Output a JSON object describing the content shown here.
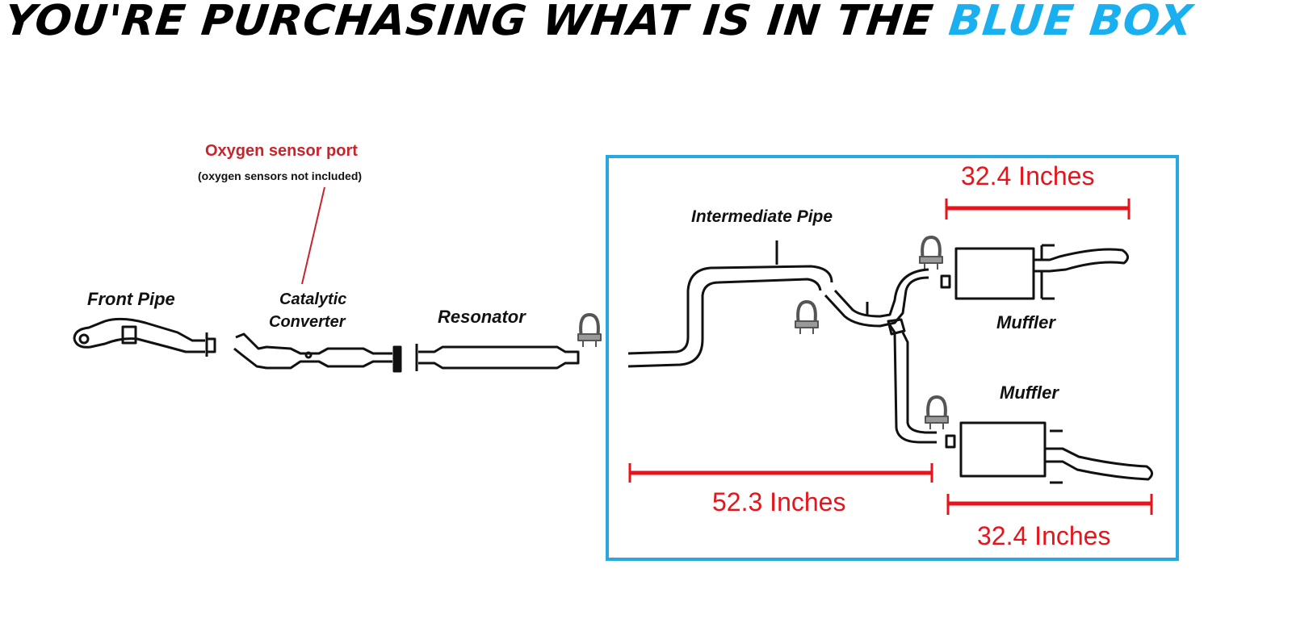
{
  "title": {
    "main": "YOU'RE PURCHASING WHAT IS IN THE",
    "highlight": "BLUE BOX"
  },
  "callout": {
    "title": "Oxygen sensor port",
    "note": "(oxygen sensors not included)"
  },
  "parts": {
    "front_pipe": "Front Pipe",
    "catalytic_line1": "Catalytic",
    "catalytic_line2": "Converter",
    "resonator": "Resonator",
    "intermediate_pipe": "Intermediate Pipe",
    "muffler_top": "Muffler",
    "muffler_bottom": "Muffler"
  },
  "measurements": {
    "top_muffler": "32.4 Inches",
    "intermediate": "52.3 Inches",
    "bottom_muffler": "32.4 Inches"
  },
  "colors": {
    "accent_blue": "#1ab0ef",
    "box_border": "#29a8df",
    "measure_red": "#e8141b",
    "callout_red": "#c8242c"
  }
}
